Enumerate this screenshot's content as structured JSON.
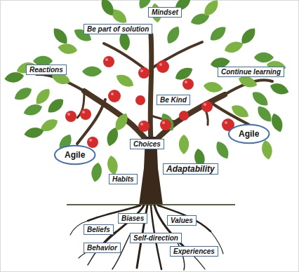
{
  "diagram": {
    "nodes": [
      {
        "text": [
          "Mindset"
        ]
      },
      {
        "text": [
          "Be part of solution"
        ]
      },
      {
        "text": [
          "Reactions"
        ]
      },
      {
        "text": [
          "Continue learning"
        ]
      },
      {
        "text": [
          "Be Kind"
        ]
      },
      {
        "text": [
          "Agile"
        ]
      },
      {
        "text": [
          "Choices"
        ]
      },
      {
        "text": [
          "Agile"
        ]
      },
      {
        "text": [
          "Adaptability"
        ]
      },
      {
        "text": [
          "Habits"
        ]
      },
      {
        "text": [
          "Biases"
        ]
      },
      {
        "text": [
          "Values"
        ]
      },
      {
        "text": [
          "Beliefs"
        ]
      },
      {
        "text": [
          "Self-direction"
        ]
      },
      {
        "text": [
          "Behavior"
        ]
      },
      {
        "text": [
          "Experiences"
        ]
      }
    ]
  }
}
